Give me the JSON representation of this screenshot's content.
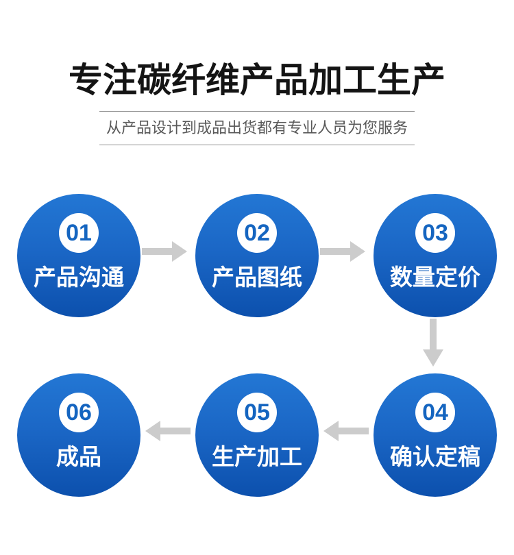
{
  "header": {
    "title": "专注碳纤维产品加工生产",
    "subtitle": "从产品设计到成品出货都有专业人员为您服务"
  },
  "steps": [
    {
      "number": "01",
      "label": "产品沟通"
    },
    {
      "number": "02",
      "label": "产品图纸"
    },
    {
      "number": "03",
      "label": "数量定价"
    },
    {
      "number": "04",
      "label": "确认定稿"
    },
    {
      "number": "05",
      "label": "生产加工"
    },
    {
      "number": "06",
      "label": "成品"
    }
  ],
  "flow": {
    "direction_row1": "left-to-right",
    "direction_row2": "right-to-left",
    "arrow_icons": [
      "arrow-right-icon",
      "arrow-right-icon",
      "arrow-down-icon",
      "arrow-left-icon",
      "arrow-left-icon"
    ]
  },
  "colors": {
    "circle_gradient_top": "#2377d4",
    "circle_gradient_mid": "#1b67c6",
    "circle_gradient_bottom": "#0c50ad",
    "step_number_text": "#1565c0",
    "arrow": "#cccccc",
    "title_text": "#141414",
    "subtitle_text": "#595959",
    "rule": "#8f8f8f",
    "background": "#ffffff"
  }
}
